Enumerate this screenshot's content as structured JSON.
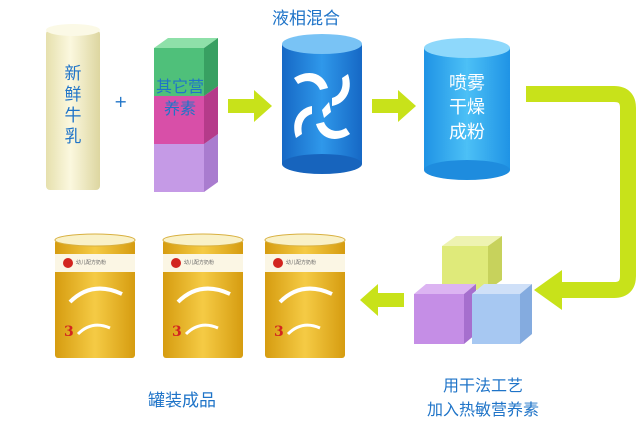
{
  "steps": {
    "fresh_milk": {
      "label_lines": [
        "新",
        "鲜",
        "牛",
        "乳"
      ]
    },
    "plus_sign": "+",
    "other_nutrients": {
      "label_lines": [
        "其它营",
        "养素"
      ]
    },
    "mixing": {
      "title": "液相混合"
    },
    "spray_dry": {
      "label_lines": [
        "喷雾",
        "干燥",
        "成粉"
      ]
    },
    "dry_process": {
      "caption_lines": [
        "用干法工艺",
        "加入热敏营养素"
      ]
    },
    "canning": {
      "caption": "罐装成品"
    }
  },
  "cans": [
    {
      "stage_number": "3",
      "label_text": "幼儿配方奶粉"
    },
    {
      "stage_number": "3",
      "label_text": "幼儿配方奶粉"
    },
    {
      "stage_number": "3",
      "label_text": "幼儿配方奶粉"
    }
  ],
  "colors": {
    "text_blue": "#1f74c8",
    "arrow_yellow": "#c8e21a",
    "cylinder_blue": "#2a8fe0",
    "cylinder_light_blue": "#35a9ee",
    "cream": "#f3efc8",
    "cube_green": "#4fc07a",
    "cube_magenta": "#d84fa8",
    "cube_lavender": "#c59ae6",
    "cube_yellowgreen": "#dfea7a",
    "cube_blue": "#a7c8f2",
    "can_gold": "#e3b020"
  },
  "icons": [
    "mixing-swirl-icon",
    "flow-arrow-icon"
  ]
}
